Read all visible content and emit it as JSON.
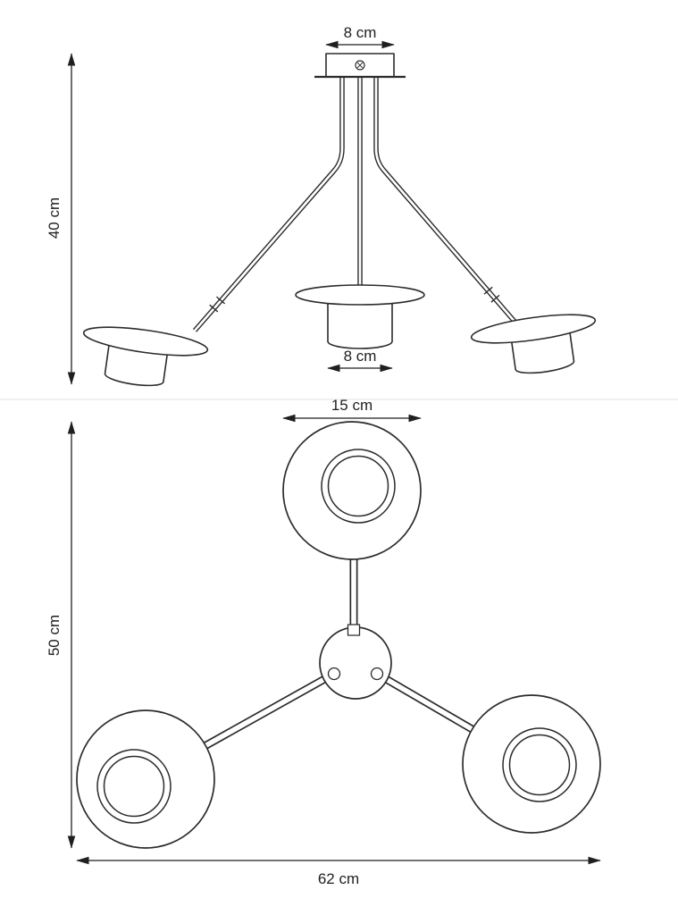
{
  "colors": {
    "line": "#2b2b2b",
    "dimension": "#1f1f1f",
    "background": "#ffffff",
    "divider": "#e3e3e3"
  },
  "side_view": {
    "dim_top_width": "8 cm",
    "dim_height": "40 cm",
    "dim_shade_width": "8 cm"
  },
  "top_view": {
    "dim_shade_diameter": "15 cm",
    "dim_height": "50 cm",
    "dim_total_width": "62 cm"
  }
}
